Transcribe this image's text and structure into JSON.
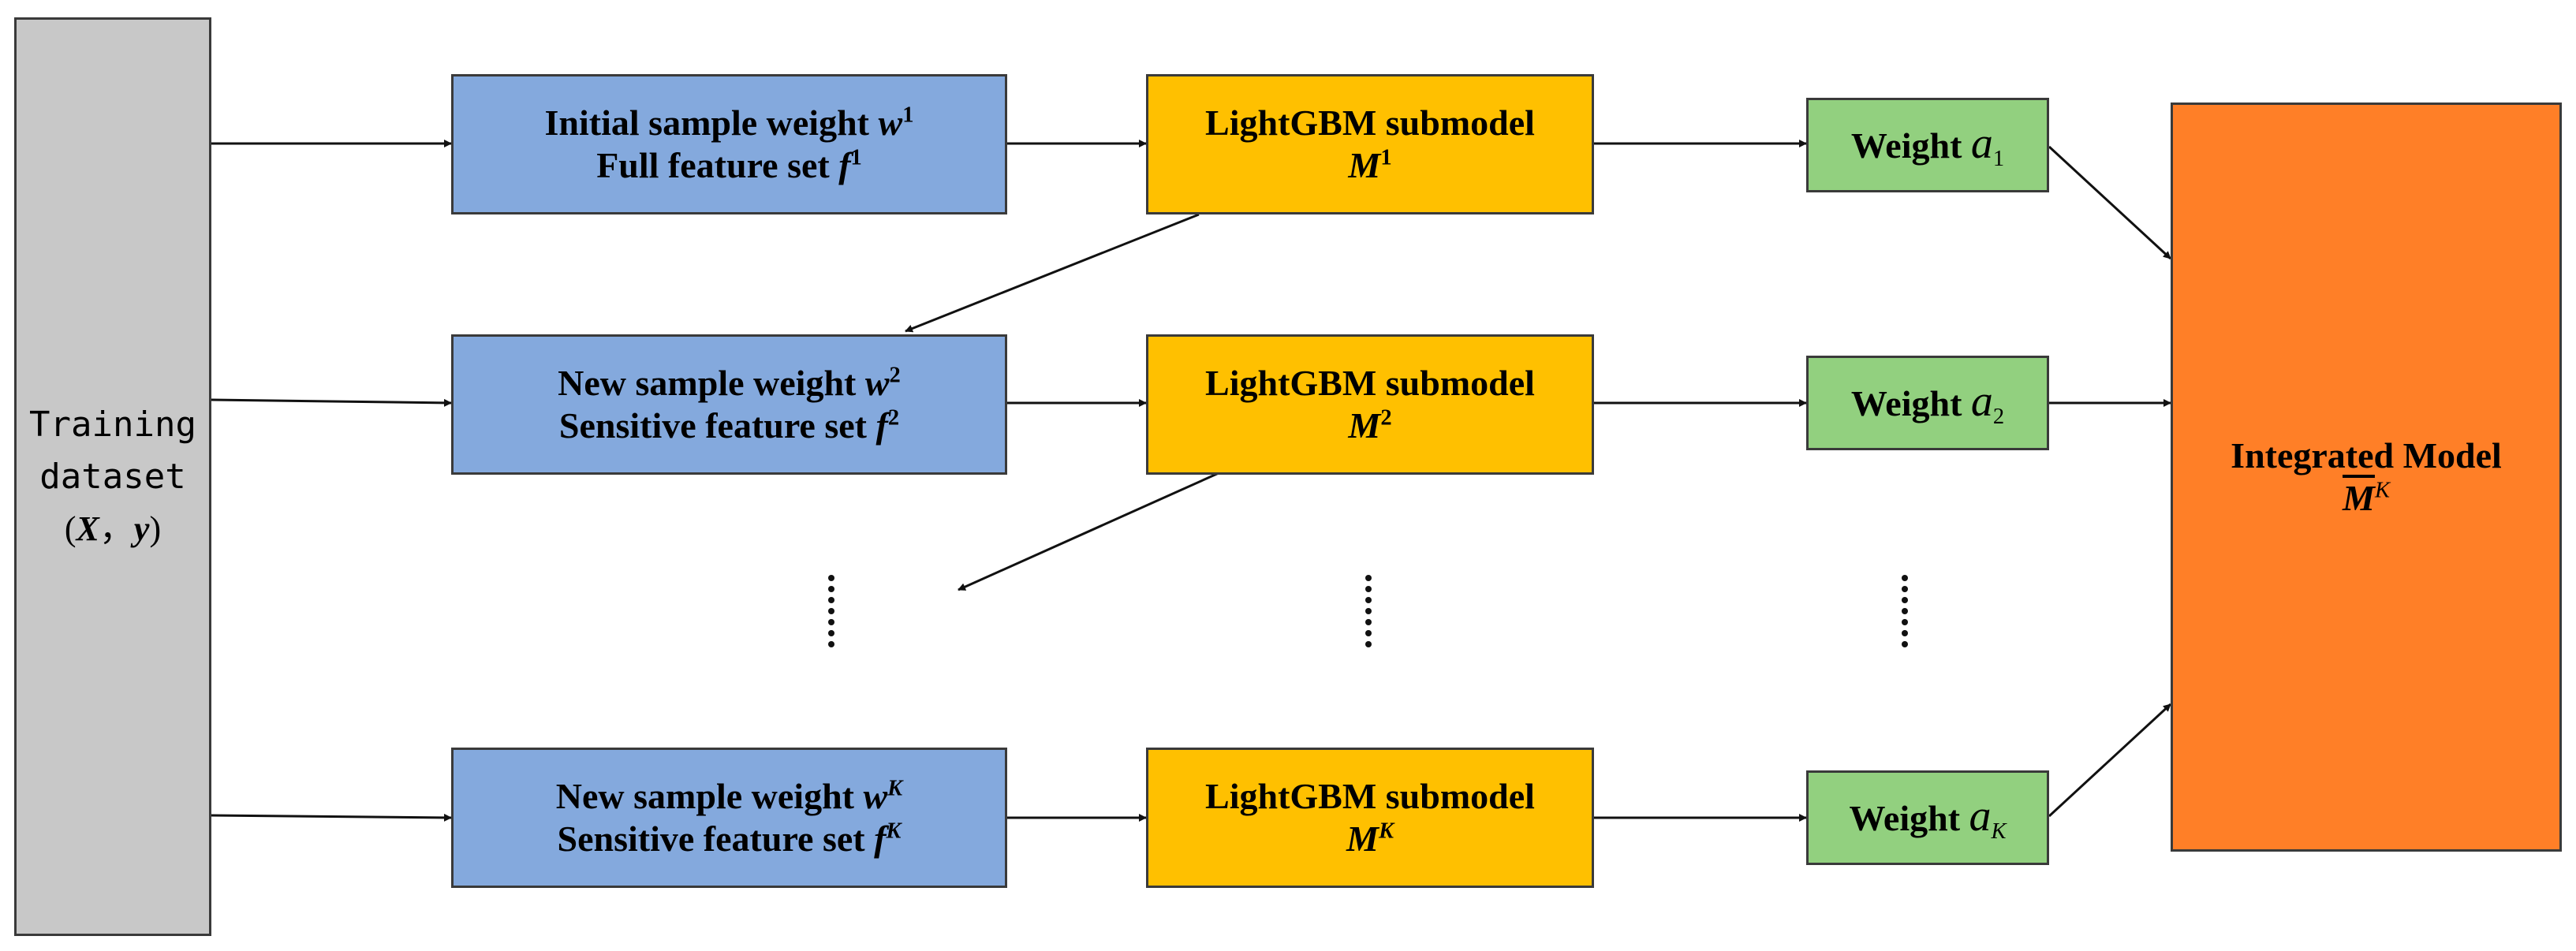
{
  "training": {
    "line1": "Training",
    "line2": "dataset",
    "x": "X",
    "sep": "，",
    "y": "y",
    "open": "(",
    "close": ")"
  },
  "rows": [
    {
      "weight_prefix": "Initial sample weight ",
      "weight_var": "w",
      "weight_sup": "1",
      "feature_prefix": "Full feature set ",
      "feature_var": "f",
      "feature_sup": "1",
      "submodel_label": "LightGBM submodel",
      "model_var": "M",
      "model_sup": "1",
      "alpha_label": "Weight ",
      "alpha_var": "a",
      "alpha_sub": "1"
    },
    {
      "weight_prefix": "New sample weight ",
      "weight_var": "w",
      "weight_sup": "2",
      "feature_prefix": "Sensitive feature set ",
      "feature_var": "f",
      "feature_sup": "2",
      "submodel_label": "LightGBM submodel",
      "model_var": "M",
      "model_sup": "2",
      "alpha_label": "Weight ",
      "alpha_var": "a",
      "alpha_sub": "2"
    },
    {
      "weight_prefix": "New sample weight ",
      "weight_var": "w",
      "weight_sup": "K",
      "feature_prefix": "Sensitive feature set ",
      "feature_var": "f",
      "feature_sup": "K",
      "submodel_label": "LightGBM submodel",
      "model_var": "M",
      "model_sup": "K",
      "alpha_label": "Weight ",
      "alpha_var": "a",
      "alpha_sub": "K"
    }
  ],
  "integrated": {
    "label": "Integrated Model",
    "var": "M",
    "sup": "K"
  },
  "colors": {
    "weight_box": "#84a9dd",
    "submodel_box": "#ffc000",
    "alpha_box": "#92d07f",
    "integrated_box": "#ff7f27",
    "training_box": "#c8c8c8"
  }
}
